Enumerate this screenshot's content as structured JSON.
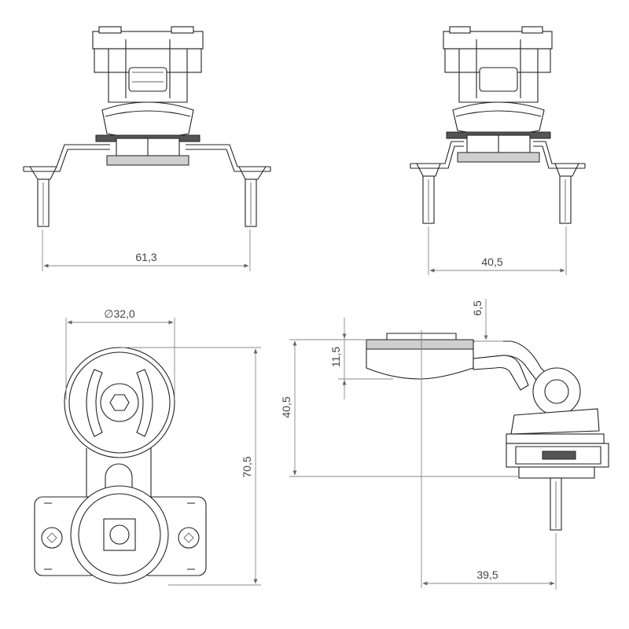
{
  "dimensions": {
    "front_width": "61,3",
    "side_width": "40,5",
    "diameter": "∅32,0",
    "top_height": "70,5",
    "side_height": "40,5",
    "mount_thickness": "11,5",
    "offset_top": "6,5",
    "horizontal_offset": "39,5"
  }
}
